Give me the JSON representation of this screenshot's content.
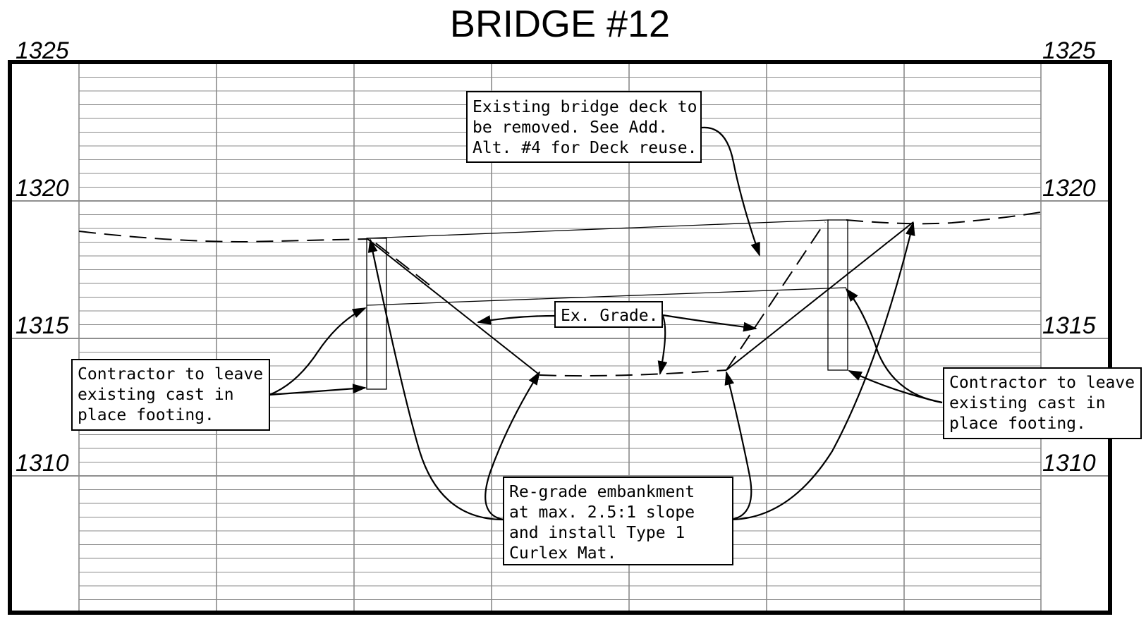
{
  "title": "BRIDGE #12",
  "elevation_labels": {
    "left": [
      "1325",
      "1320",
      "1315",
      "1310"
    ],
    "right": [
      "1325",
      "1320",
      "1315",
      "1310"
    ]
  },
  "notes": {
    "deck": [
      "Existing bridge deck to",
      "be removed. See Add.",
      "Alt. #4 for Deck reuse."
    ],
    "grade": [
      "Ex. Grade."
    ],
    "footing_left": [
      "Contractor to leave",
      "existing cast in",
      "place footing."
    ],
    "footing_right": [
      "Contractor to leave",
      "existing cast in",
      "place footing."
    ],
    "regrade": [
      "Re-grade embankment",
      "at max. 2.5:1 slope",
      "and install Type 1",
      "Curlex Mat."
    ]
  }
}
